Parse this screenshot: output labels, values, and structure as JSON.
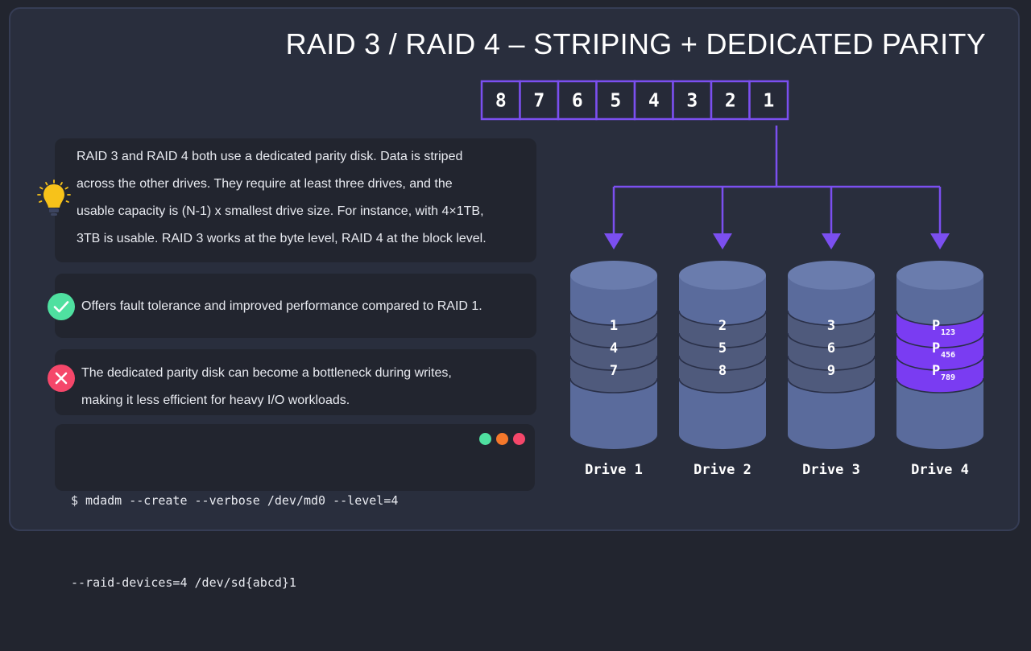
{
  "title": "RAID 3 / RAID 4 – STRIPING + DEDICATED PARITY",
  "data_blocks": [
    "8",
    "7",
    "6",
    "5",
    "4",
    "3",
    "2",
    "1"
  ],
  "info": {
    "icon": "lightbulb-icon",
    "lines": [
      "RAID 3 and RAID 4 both use a dedicated parity disk. Data is striped",
      "across the other drives. They require at least three drives, and the",
      "usable capacity is (N-1) x smallest drive size. For instance, with 4×1TB,",
      "3TB is usable. RAID 3 works at the byte level, RAID 4 at the block level."
    ]
  },
  "pro": {
    "icon": "check-circle-icon",
    "text": "Offers fault tolerance and improved performance compared to RAID 1."
  },
  "con": {
    "icon": "x-circle-icon",
    "lines": [
      "The dedicated parity disk can become a bottleneck during writes,",
      "making it less efficient for heavy I/O workloads."
    ]
  },
  "terminal": {
    "lines": [
      "$ mdadm --create --verbose /dev/md0 --level=4",
      "--raid-devices=4 /dev/sd{abcd}1"
    ],
    "dots": [
      "#4fe0a0",
      "#f5782b",
      "#f5476a"
    ]
  },
  "drives": [
    {
      "label": "Drive 1",
      "blocks": [
        "1",
        "4",
        "7"
      ],
      "parity": false
    },
    {
      "label": "Drive 2",
      "blocks": [
        "2",
        "5",
        "8"
      ],
      "parity": false
    },
    {
      "label": "Drive 3",
      "blocks": [
        "3",
        "6",
        "9"
      ],
      "parity": false
    },
    {
      "label": "Drive 4",
      "blocks": [
        {
          "main": "P",
          "sub": "123"
        },
        {
          "main": "P",
          "sub": "456"
        },
        {
          "main": "P",
          "sub": "789"
        }
      ],
      "parity": true
    }
  ],
  "colors": {
    "accent": "#7b4ff0",
    "parity": "#7a3cf2",
    "drive_body": "#5a6b9c",
    "drive_top": "#6a7cad",
    "stripe": "#4f5a7c",
    "success": "#4fe0a0",
    "danger": "#f5476a",
    "bulb": "#f7c21a"
  }
}
